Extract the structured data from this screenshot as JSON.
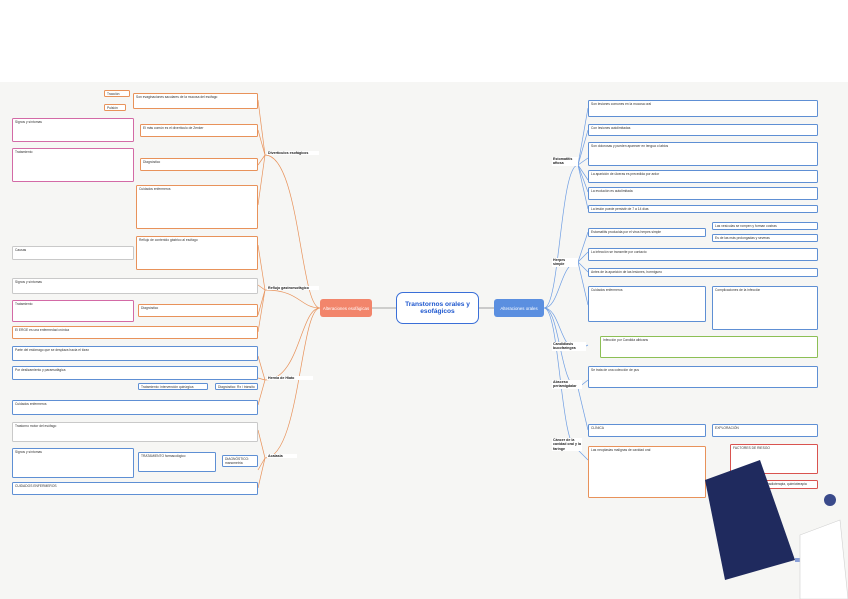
{
  "center": {
    "title": "Transtornos orales y esofágicos"
  },
  "branches": {
    "left": "Alteraciones esofágicas",
    "right": "Alteraciones orales"
  },
  "left_groups": [
    {
      "label": "Divertículos esofágicos"
    },
    {
      "label": "Reflujo gastroesofágico"
    },
    {
      "label": "Hernia de Hiato"
    },
    {
      "label": "Acalasia"
    }
  ],
  "right_groups": [
    {
      "label": "Estomatitis aftosa"
    },
    {
      "label": "Herpes simple"
    },
    {
      "label": "Candidiasis bucofaríngea"
    },
    {
      "label": "Absceso periamigdalar"
    },
    {
      "label": "Cáncer de la cavidad oral y la faringe"
    }
  ],
  "left_nodes": [
    "Tracción",
    "Pulsión",
    "Son evaginaciones saculares de la mucosa del esófago",
    "Signos y síntomas",
    "El más común es el divertículo de Zenker",
    "Tratamiento",
    "Diagnóstico",
    "Cuidados enfermeros",
    "Reflujo de contenido gástrico al esófago",
    "Causas",
    "Signos y síntomas",
    "Tratamiento",
    "Diagnóstico",
    "El ERGE es una enfermedad crónica",
    "Parte del estómago que se desplaza hacia el tórax",
    "Por deslizamiento y paraesofágica",
    "Tratamiento: intervención quirúrgica",
    "Diagnóstico: Rx / tránsito",
    "Cuidados enfermeros",
    "Trastorno motor del esófago",
    "Signos y síntomas",
    "TRATAMIENTO farmacológico",
    "DIAGNÓSTICO: manometría",
    "CUIDADOS ENFERMEROS"
  ],
  "right_nodes": [
    "Son lesiones comunes en la mucosa oral",
    "Con lesiones autolimitadas",
    "Son dolorosas y pueden aparecer en lengua o labios",
    "La aparición de úlceras es precedida por ardor",
    "La evolución es autolimitada",
    "La lesión puede persistir de 7 a 14 días",
    "Estomatitis producida por el virus herpes simple",
    "Las vesículas se rompen y forman costras",
    "Es de las más prolongadas y severas",
    "La infección se transmite por contacto",
    "Antes de la aparición de las lesiones, hormigueo",
    "Cuidados enfermeros",
    "Complicaciones de la infección",
    "Infección por Candida albicans",
    "Se trata de una colección de pus",
    "CLÍNICA",
    "EXPLORACIÓN",
    "Las neoplasias malignas de cavidad oral",
    "FACTORES DE RIESGO",
    "Tratamiento quirúrgico, radioterapia, quimioterapia"
  ],
  "colors": {
    "left_branch": "#f2856b",
    "right_branch": "#5b8fe0",
    "left_link": "#e8925a",
    "right_link": "#6f9ee3",
    "highlight": "#fff3a3"
  }
}
